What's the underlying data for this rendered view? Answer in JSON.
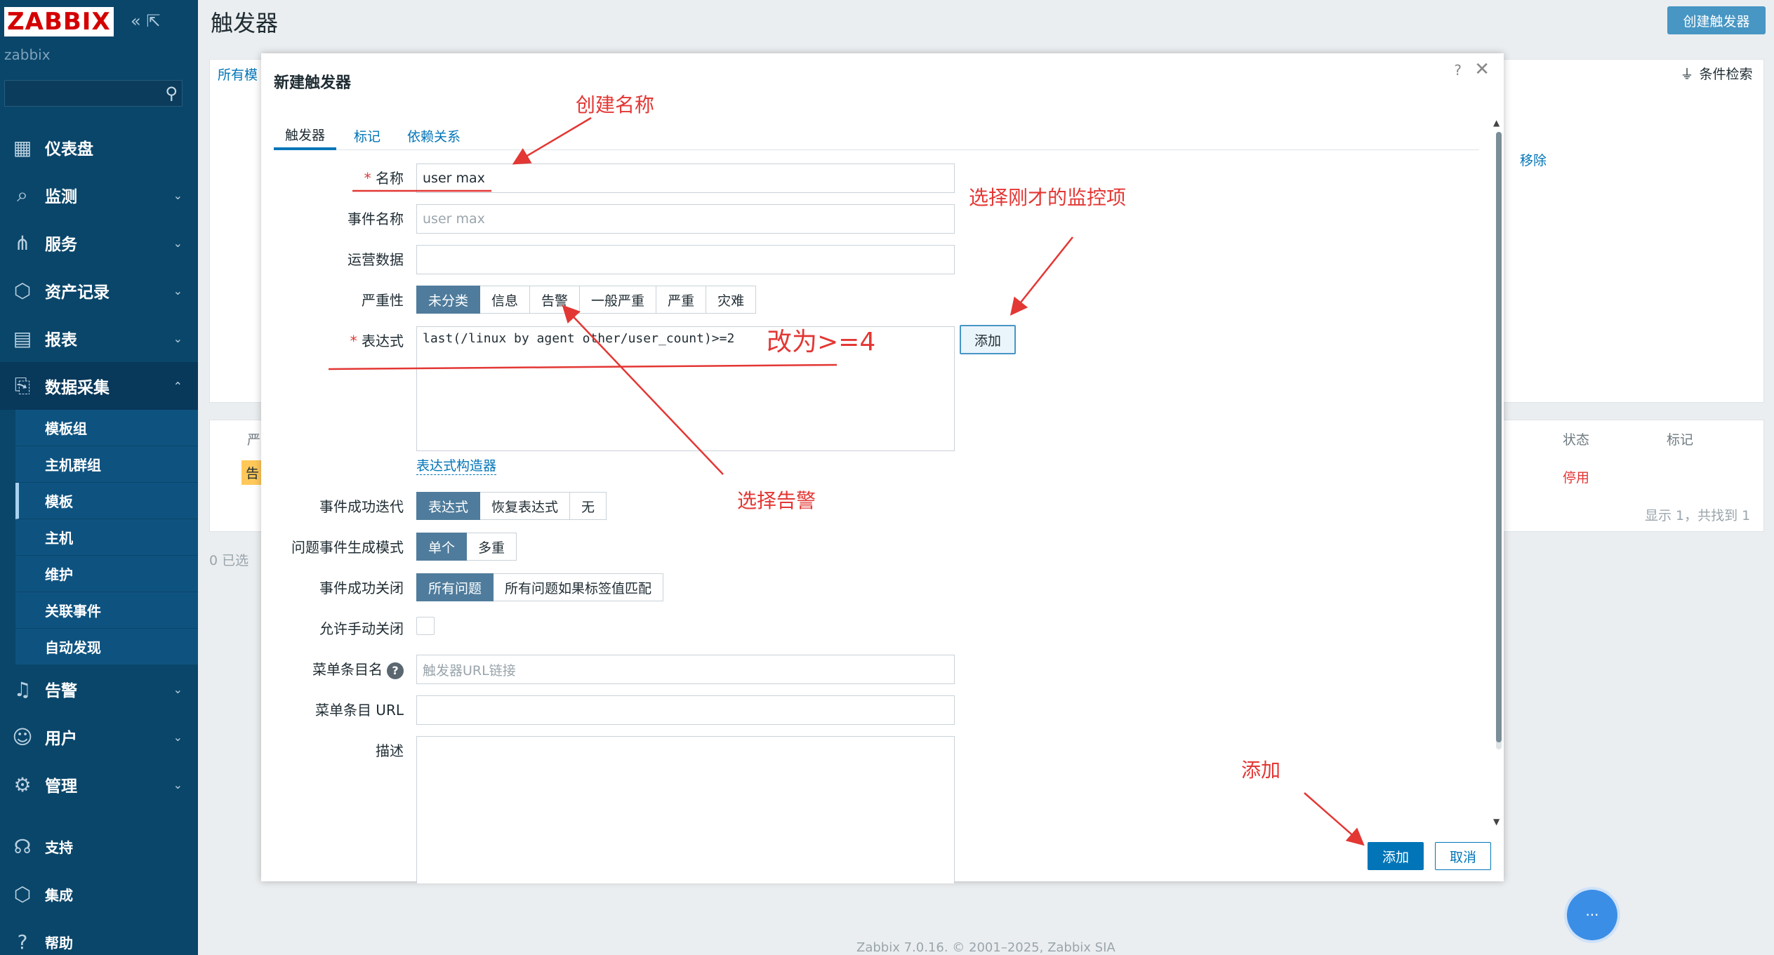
{
  "app": {
    "logo": "ZABBIX",
    "subtitle": "zabbix",
    "page_title": "触发器",
    "create_button": "创建触发器",
    "help": "?",
    "filter_label": "条件检索"
  },
  "sidebar": {
    "search_placeholder": "",
    "menu": [
      {
        "label": "仪表盘",
        "icon": "dashboard-icon"
      },
      {
        "label": "监测",
        "icon": "monitoring-icon"
      },
      {
        "label": "服务",
        "icon": "services-icon"
      },
      {
        "label": "资产记录",
        "icon": "inventory-icon"
      },
      {
        "label": "报表",
        "icon": "reports-icon"
      },
      {
        "label": "数据采集",
        "icon": "data-collection-icon"
      }
    ],
    "submenu": [
      "模板组",
      "主机群组",
      "模板",
      "主机",
      "维护",
      "关联事件",
      "自动发现"
    ],
    "menu2": [
      {
        "label": "告警",
        "icon": "alerts-icon"
      },
      {
        "label": "用户",
        "icon": "users-icon"
      },
      {
        "label": "管理",
        "icon": "admin-icon"
      }
    ],
    "bottom": [
      {
        "label": "支持",
        "icon": "support-icon"
      },
      {
        "label": "集成",
        "icon": "integrations-icon"
      },
      {
        "label": "帮助",
        "icon": "help-icon"
      }
    ]
  },
  "background": {
    "breadcrumb": "所有模",
    "remove_link": "移除",
    "col_state": "状态",
    "col_tags": "标记",
    "col_sev": "严",
    "status_disabled": "停用",
    "row_sev": "告",
    "pager": "显示 1，共找到 1",
    "selected": "0 已选"
  },
  "dialog": {
    "title": "新建触发器",
    "tabs": [
      "触发器",
      "标记",
      "依赖关系"
    ],
    "labels": {
      "name": "名称",
      "event_name": "事件名称",
      "opdata": "运营数据",
      "severity": "严重性",
      "expression": "表达式",
      "recovery": "事件成功迭代",
      "gen_mode": "问题事件生成模式",
      "ok_close": "事件成功关闭",
      "manual_close": "允许手动关闭",
      "menu_name": "菜单条目名",
      "menu_url": "菜单条目 URL",
      "description": "描述"
    },
    "name_value": "user max",
    "event_name_placeholder": "user max",
    "severity_options": [
      "未分类",
      "信息",
      "告警",
      "一般严重",
      "严重",
      "灾难"
    ],
    "expression_value": "last(/linux by agent other/user_count)>=2",
    "add_expr_button": "添加",
    "expr_builder": "表达式构造器",
    "recovery_options": [
      "表达式",
      "恢复表达式",
      "无"
    ],
    "gen_mode_options": [
      "单个",
      "多重"
    ],
    "ok_close_options": [
      "所有问题",
      "所有问题如果标签值匹配"
    ],
    "menu_name_placeholder": "触发器URL链接",
    "add_button": "添加",
    "cancel_button": "取消",
    "help": "?",
    "close": "✕"
  },
  "annotations": {
    "name": "创建名称",
    "item": "选择刚才的监控项",
    "change": "改为>=4",
    "severity": "选择告警",
    "add": "添加"
  },
  "footer": "Zabbix 7.0.16. © 2001–2025, Zabbix SIA"
}
